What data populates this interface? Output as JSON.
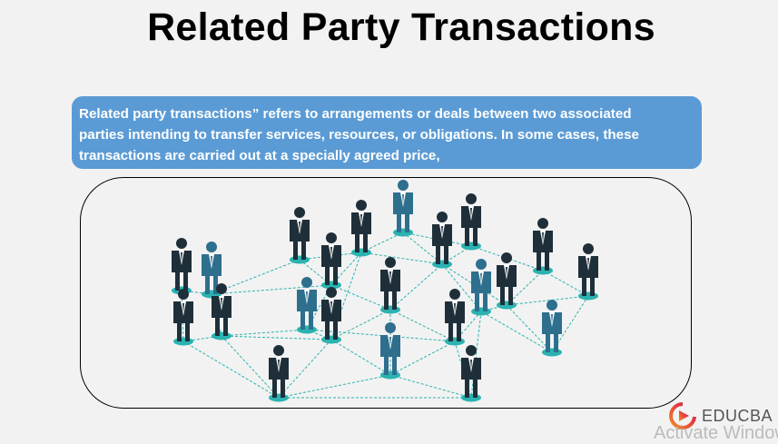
{
  "title": "Related Party Transactions",
  "description": {
    "lines": [
      "Related party transactions” refers to arrangements or deals between two associated",
      " parties intending to transfer services, resources, or obligations. In some cases, these",
      " transactions are carried out at a specially agreed price,"
    ]
  },
  "illustration": {
    "icon": "business-people-network-icon",
    "colors": {
      "dark": "#1f2f3a",
      "teal": "#2e6f8e",
      "node": "#2ab3b1"
    }
  },
  "brand": {
    "name": "EDUCBA",
    "colors": {
      "primary": "#e8473a",
      "secondary": "#c2185b"
    }
  },
  "watermark": "Activate Windows"
}
